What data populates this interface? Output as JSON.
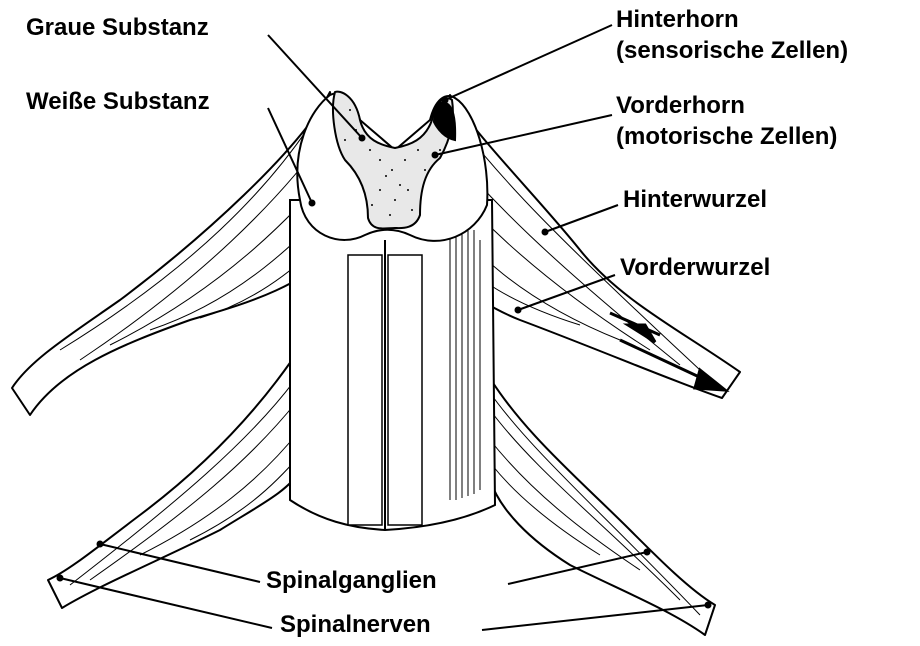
{
  "labels": {
    "graue_substanz": "Graue Substanz",
    "weisse_substanz": "Weiße Substanz",
    "hinterhorn": "Hinterhorn",
    "hinterhorn_sub": "(sensorische Zellen)",
    "vorderhorn": "Vorderhorn",
    "vorderhorn_sub": "(motorische Zellen)",
    "hinterwurzel": "Hinterwurzel",
    "vorderwurzel": "Vorderwurzel",
    "spinalganglien": "Spinalganglien",
    "spinalnerven": "Spinalnerven"
  },
  "colors": {
    "ink": "#000000",
    "paper": "#ffffff",
    "gray_matter": "#e8e8e8"
  }
}
